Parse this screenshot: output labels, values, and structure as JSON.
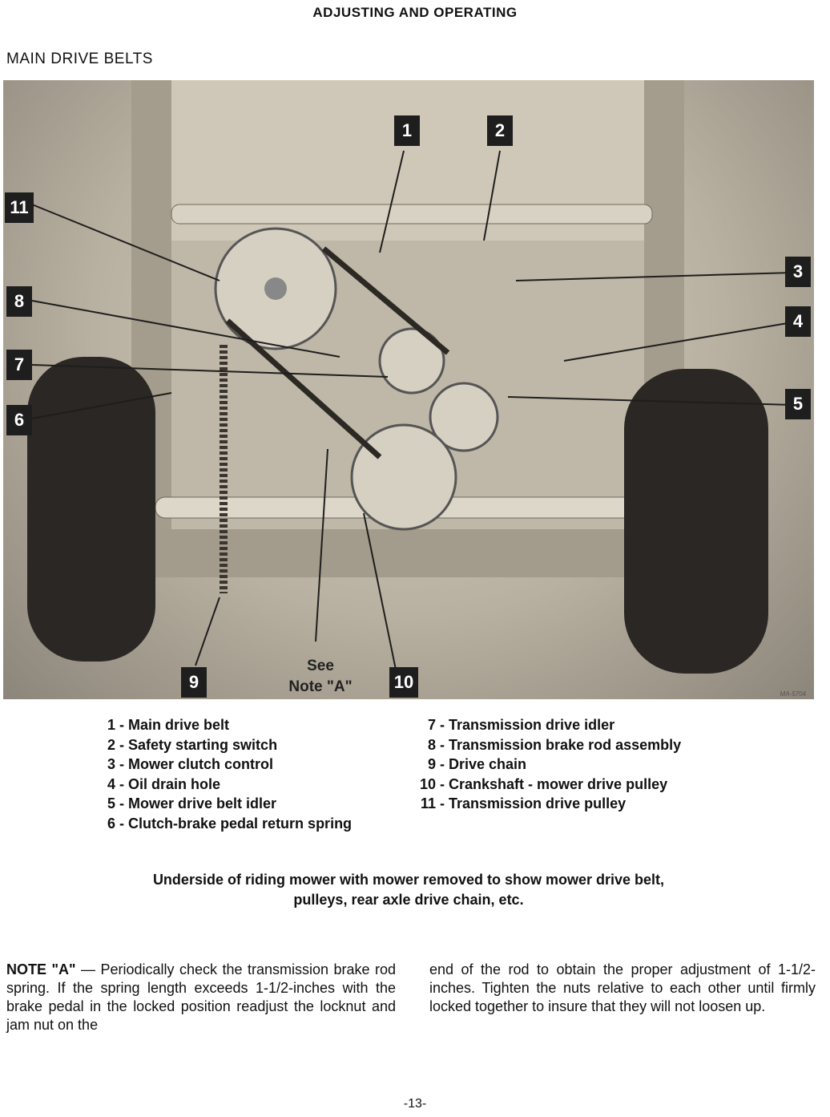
{
  "header": "ADJUSTING AND OPERATING",
  "section_title": "MAIN DRIVE BELTS",
  "callouts": [
    "1",
    "2",
    "3",
    "4",
    "5",
    "6",
    "7",
    "8",
    "9",
    "10",
    "11"
  ],
  "see_note": [
    "See",
    "Note \"A\""
  ],
  "photo_code": "MA-5704",
  "legend_left": [
    {
      "num": "1",
      "text": "- Main drive belt"
    },
    {
      "num": "2",
      "text": "- Safety starting switch"
    },
    {
      "num": "3",
      "text": "- Mower clutch control"
    },
    {
      "num": "4",
      "text": "- Oil drain hole"
    },
    {
      "num": "5",
      "text": "- Mower drive belt idler"
    },
    {
      "num": "6",
      "text": "- Clutch-brake pedal return spring"
    }
  ],
  "legend_right": [
    {
      "num": "7",
      "text": "- Transmission drive idler"
    },
    {
      "num": "8",
      "text": "- Transmission brake rod assembly"
    },
    {
      "num": "9",
      "text": "- Drive chain"
    },
    {
      "num": "10",
      "text": "- Crankshaft - mower drive pulley"
    },
    {
      "num": "11",
      "text": "- Transmission drive pulley"
    }
  ],
  "caption": [
    "Underside of riding mower with mower removed to show mower drive belt,",
    "pulleys, rear axle drive chain, etc."
  ],
  "note": {
    "label": "NOTE \"A\"",
    "left": "— Periodically check the transmission brake rod spring. If the spring length exceeds 1-1/2-inches with the brake pedal in the locked position readjust the locknut and jam nut on the",
    "right": "end of the rod to obtain the proper adjustment of 1-1/2-inches. Tighten the nuts relative to each other until firmly locked together to insure that they will not loosen up."
  },
  "page_number": "-13-"
}
